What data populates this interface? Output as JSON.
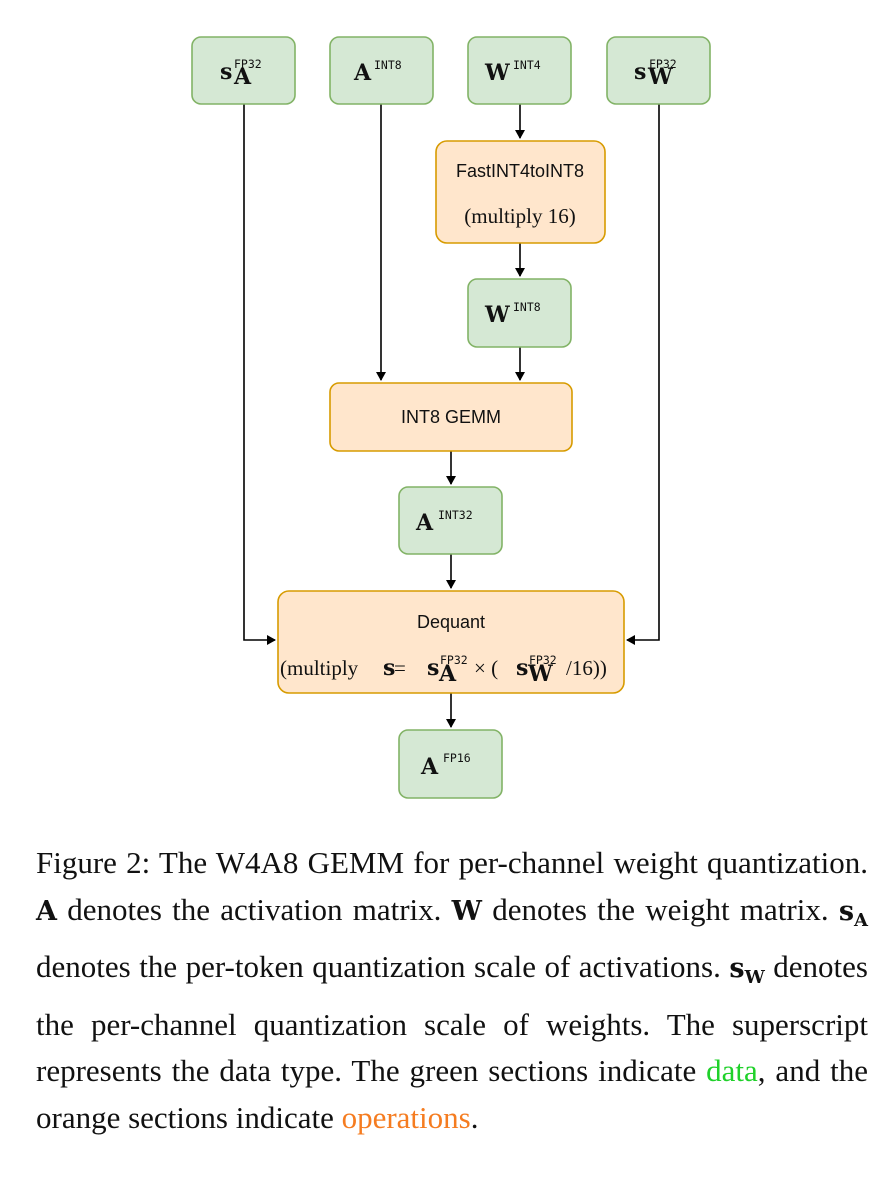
{
  "nodes": {
    "sA_fp32": {
      "base": "s",
      "sub": "A",
      "sup": "FP32"
    },
    "A_int8": {
      "base": "A",
      "sup": "INT8"
    },
    "W_int4": {
      "base": "W",
      "sup": "INT4"
    },
    "sW_fp32": {
      "base": "s",
      "sub": "W",
      "sup": "FP32"
    },
    "fast_int4_to_int8": {
      "line1": "FastINT4toINT8",
      "line2": "(multiply 16)"
    },
    "W_int8": {
      "base": "W",
      "sup": "INT8"
    },
    "int8_gemm": {
      "label": "INT8 GEMM"
    },
    "A_int32": {
      "base": "A",
      "sup": "INT32"
    },
    "dequant": {
      "line1": "Dequant",
      "formula": {
        "open": "(multiply ",
        "s": "s",
        "eq": " = ",
        "sA_base": "s",
        "sA_sub": "A",
        "sA_sup": "FP32",
        "times": " × (",
        "sW_base": "s",
        "sW_sub": "W",
        "sW_sup": "FP32",
        "close": "/16))"
      }
    },
    "A_fp16": {
      "base": "A",
      "sup": "FP16"
    }
  },
  "caption": {
    "p1": "Figure 2: The W4A8 GEMM for per-channel weight quantization. ",
    "A": "A",
    "p2": " denotes the activation matrix. ",
    "W": "W",
    "p3": " denotes the weight matrix. ",
    "sA_base": "s",
    "sA_sub": "A",
    "p4": " denotes the per-token quantization scale of activations. ",
    "sW_base": "s",
    "sW_sub": "W",
    "p5": " denotes the per-channel quantization scale of weights. The superscript represents the data type. The green sections indicate ",
    "data_word": "data",
    "p6": ", and the orange sections indicate ",
    "ops_word": "operations",
    "p7": "."
  },
  "colors": {
    "data_fill": "#d5e8d4",
    "data_stroke": "#82b366",
    "op_fill": "#ffe6cc",
    "op_stroke": "#d79b00",
    "caption_green": "#1fd12a",
    "caption_orange": "#f57c20"
  }
}
